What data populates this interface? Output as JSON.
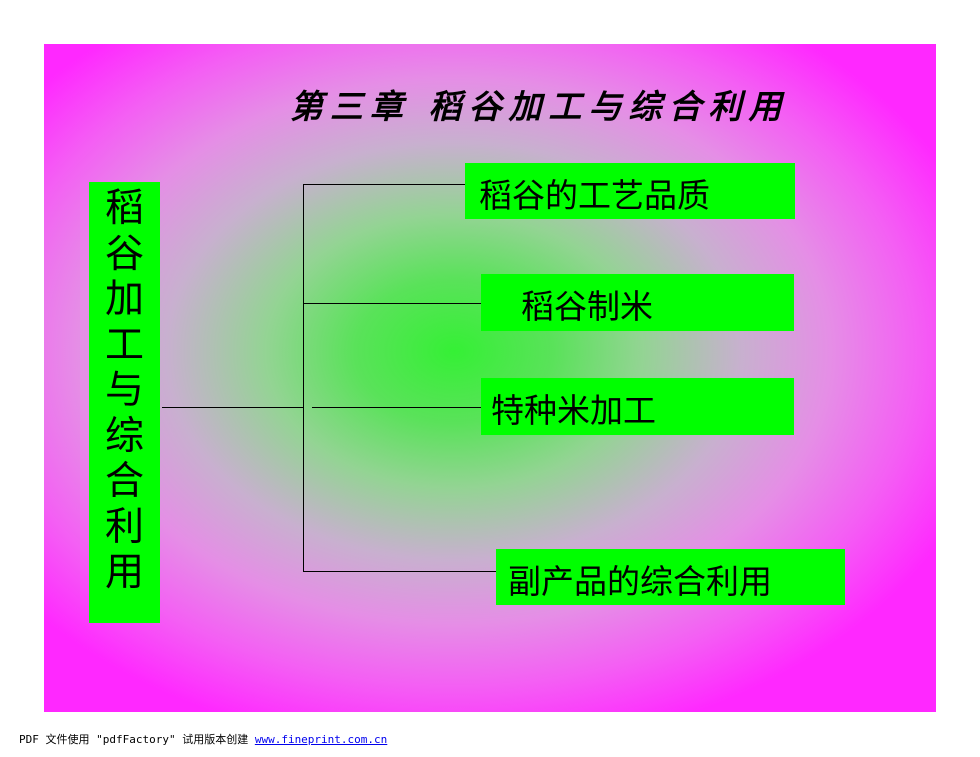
{
  "slide": {
    "title": "第三章  稻谷加工与综合利用",
    "root_chars": [
      "稻",
      "谷",
      "加",
      "工",
      "与",
      "综",
      "合",
      "利",
      "用"
    ],
    "items": [
      "稻谷的工艺品质",
      "稻谷制米",
      "特种米加工",
      "副产品的综合利用"
    ]
  },
  "footer": {
    "text": "PDF 文件使用 \"pdfFactory\" 试用版本创建 ",
    "link": "www.fineprint.com.cn"
  },
  "colors": {
    "box_fill": "#00ff00",
    "background_center": "#35f035",
    "background_edge": "#ff28ff",
    "link": "#0000ee"
  }
}
